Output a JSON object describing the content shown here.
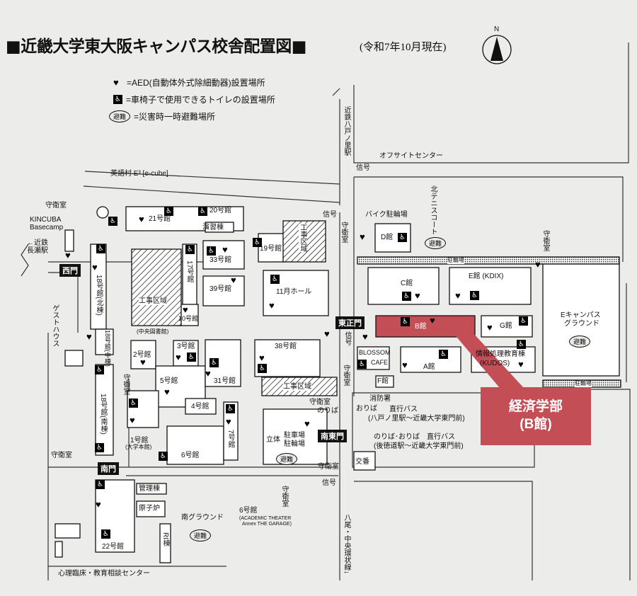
{
  "header": {
    "title": "■近畿大学東大阪キャンパス校舎配置図■",
    "date": "(令和7年10月現在)",
    "north": "N"
  },
  "legend": [
    {
      "icon": "aed-icon",
      "label": "=AED(自動体外式除細動器)設置場所"
    },
    {
      "icon": "wheelchair-toilet-icon",
      "label": "=車椅子で使用できるトイレの設置場所"
    },
    {
      "icon": "evacuation-badge",
      "badge": "避難",
      "label": "=災害時一時避難場所"
    }
  ],
  "gates": {
    "west": "西門",
    "east_main": "東正門",
    "south": "南門",
    "south_east": "南東門"
  },
  "buildings": {
    "b21": "21号館",
    "b20": "20号館",
    "enshu": "演習棟",
    "b19": "19号館",
    "b17": "17号館",
    "b33": "33号館",
    "b39": "39号館",
    "hall11": "11月ホール",
    "b10": "10号館",
    "library": "(中央図書館)",
    "b18n": "18号館(北棟)",
    "b18c": "18号館(中棟)",
    "b18s": "18号館(南棟)",
    "b2": "2号館",
    "b3": "3号館",
    "b5": "5号館",
    "b1": "1号館",
    "b1sub": "(大学本館)",
    "b4": "4号館",
    "b31": "31号館",
    "b38": "38号館",
    "b6": "6号館",
    "b7": "7号館",
    "b6note": "6号館",
    "b6note2": "(ACADEMIC THEATER",
    "b6note3": "Annex THE GARAGE)",
    "parking_a": "立体",
    "parking_b": "駐車場",
    "parking_c": "駐輪場",
    "kanri": "管理棟",
    "reactor": "原子炉",
    "b22": "22号館",
    "ri": "RI棟",
    "south_ground": "南グラウンド",
    "psych": "心理臨床・教育相談センター",
    "guest": "ゲストハウス",
    "kincuba1": "KINCUBA",
    "kincuba2": "Basecamp",
    "ecube": "英語村 E³ [e-cube]",
    "offsite": "オフサイトセンター",
    "bike": "バイク駐輪場",
    "d": "D館",
    "tennis": "北テニスコート",
    "c": "C館",
    "e": "E館 (KDIX)",
    "b": "B館",
    "g": "G館",
    "blossom1": "BLOSSOM",
    "blossom2": "CAFE",
    "a": "A館",
    "kudos1": "情報処理教育棟",
    "kudos2": "(KUDOS)",
    "f": "F館",
    "eground1": "Eキャンパス",
    "eground2": "グラウンド",
    "bike_lot": "駐輪場",
    "construction": "工事区域",
    "koban": "交番",
    "fire": "消防署"
  },
  "labels": {
    "guard": "守衛室",
    "signal": "信号",
    "kintetsu_nagase": "←近鉄 長瀬駅",
    "kintetsu_yaenosato": "近鉄八戸ノ里駅",
    "yao_line": "八尾・中央環状線↓",
    "noriba": "のりば",
    "oriba": "おりば",
    "bus1a": "直行バス",
    "bus1b": "(八戸ノ里駅〜近畿大学東門前)",
    "bus2a": "のりば･おりば　直行バス",
    "bus2b": "(後徳道駅〜近畿大学東門前)",
    "evac": "避難"
  },
  "callout": {
    "line1": "経済学部",
    "line2": "(B館)",
    "color": "#c44e55"
  }
}
